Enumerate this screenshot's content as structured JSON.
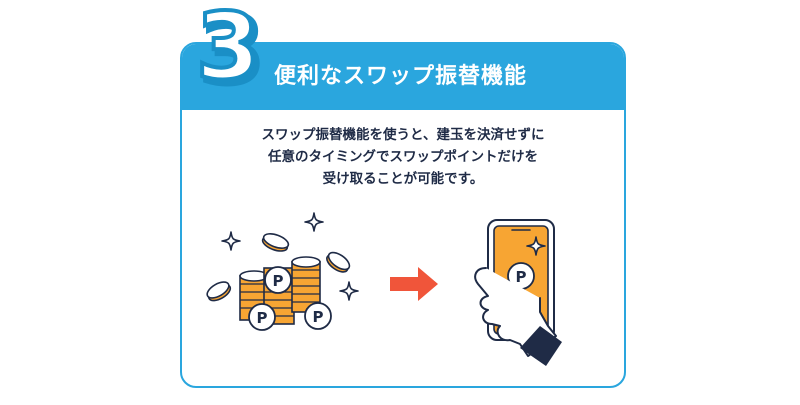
{
  "step": {
    "number": "3"
  },
  "header": {
    "title": "便利なスワップ振替機能"
  },
  "description": {
    "lines": [
      "スワップ振替機能を使うと、建玉を決済せずに",
      "任意のタイミングでスワップポイントだけを",
      "受け取ることが可能です。"
    ]
  },
  "coins": {
    "symbol": "P"
  },
  "phone": {
    "symbol": "P"
  },
  "colors": {
    "accent": "#2aa6de",
    "step_number_fill": "#ffffff",
    "step_number_shadow": "#1a8fc6",
    "text": "#1f2b46",
    "coin": "#f7a533",
    "arrow": "#f0553a",
    "phone_screen": "#f7a533"
  }
}
